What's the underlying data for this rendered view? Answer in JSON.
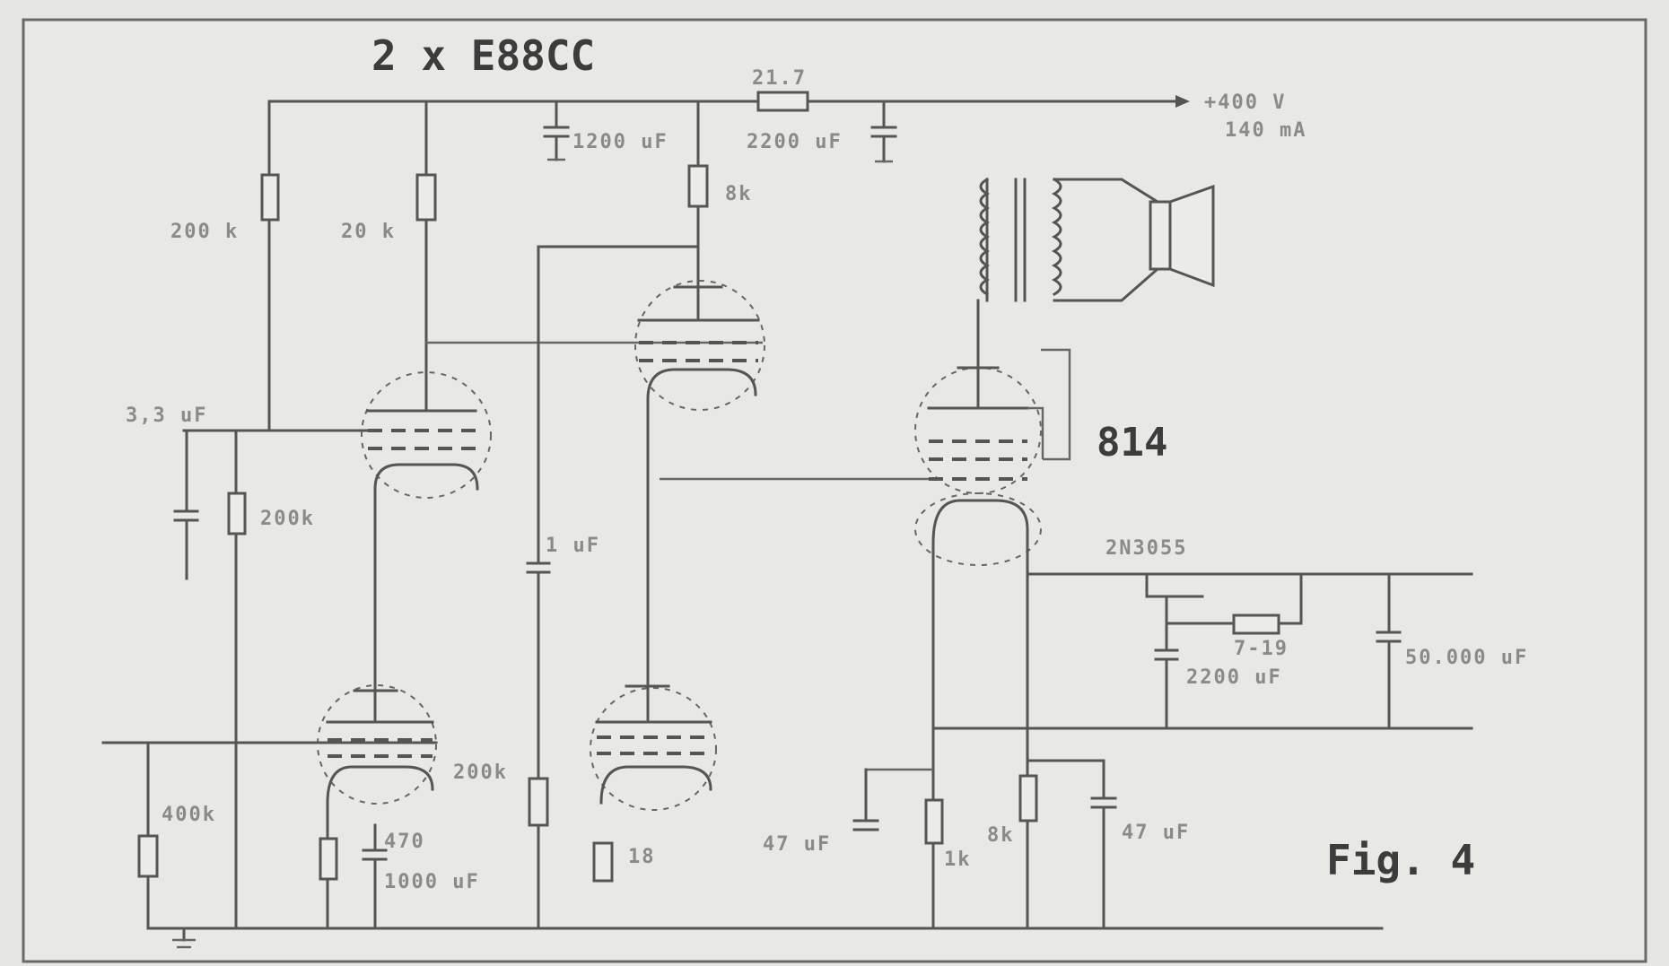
{
  "title": "2 x E88CC",
  "tube_label": "814",
  "figure_label": "Fig. 4",
  "supply": {
    "voltage": "+400 V",
    "current": "140 mA"
  },
  "labels": {
    "r_series_supply": "21.7",
    "c_supply_1": "1200 uF",
    "c_supply_2": "2200 uF",
    "r_load_3": "8k",
    "r_load_1": "200 k",
    "r_load_2": "20 k",
    "c_input": "3,3 uF",
    "r_input": "200k",
    "c_coupling": "1 uF",
    "r_cathode_mid": "200k",
    "r_grid_bottom": "400k",
    "c_cathode_bottom": "470",
    "c_cathode_bottom_2": "1000 uF",
    "r_cathode_follower": "18",
    "c_output_cathode": "47 uF",
    "r_output_1": "1k",
    "r_output_2": "8k",
    "c_output_2": "47 uF",
    "transistor_label": "2N3055",
    "r_emitter": "7-19",
    "c_emitter": "2200 uF",
    "c_filter": "50.000 uF"
  }
}
